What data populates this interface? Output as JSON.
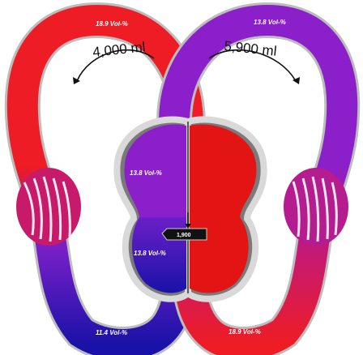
{
  "labels": {
    "top_left_oxygen": "18.9 Vol-%",
    "top_right_oxygen": "13.8 Vol-%",
    "heart_left_upper": "13.8 Vol-%",
    "heart_left_lower": "13.8 Vol-%",
    "bottom_left_oxygen": "11.4 Vol-%",
    "bottom_right_oxygen": "18.9 Vol-%",
    "volume_left": "4,000 ml",
    "volume_right": "5,900 ml",
    "center_badge": "1,900"
  },
  "colors": {
    "oxygenated": "#ee1c24",
    "mixed": "#8b1fc9",
    "deoxygenated": "#1a12a8",
    "outline": "#bdbdbd",
    "heart_core": "#e21414"
  }
}
